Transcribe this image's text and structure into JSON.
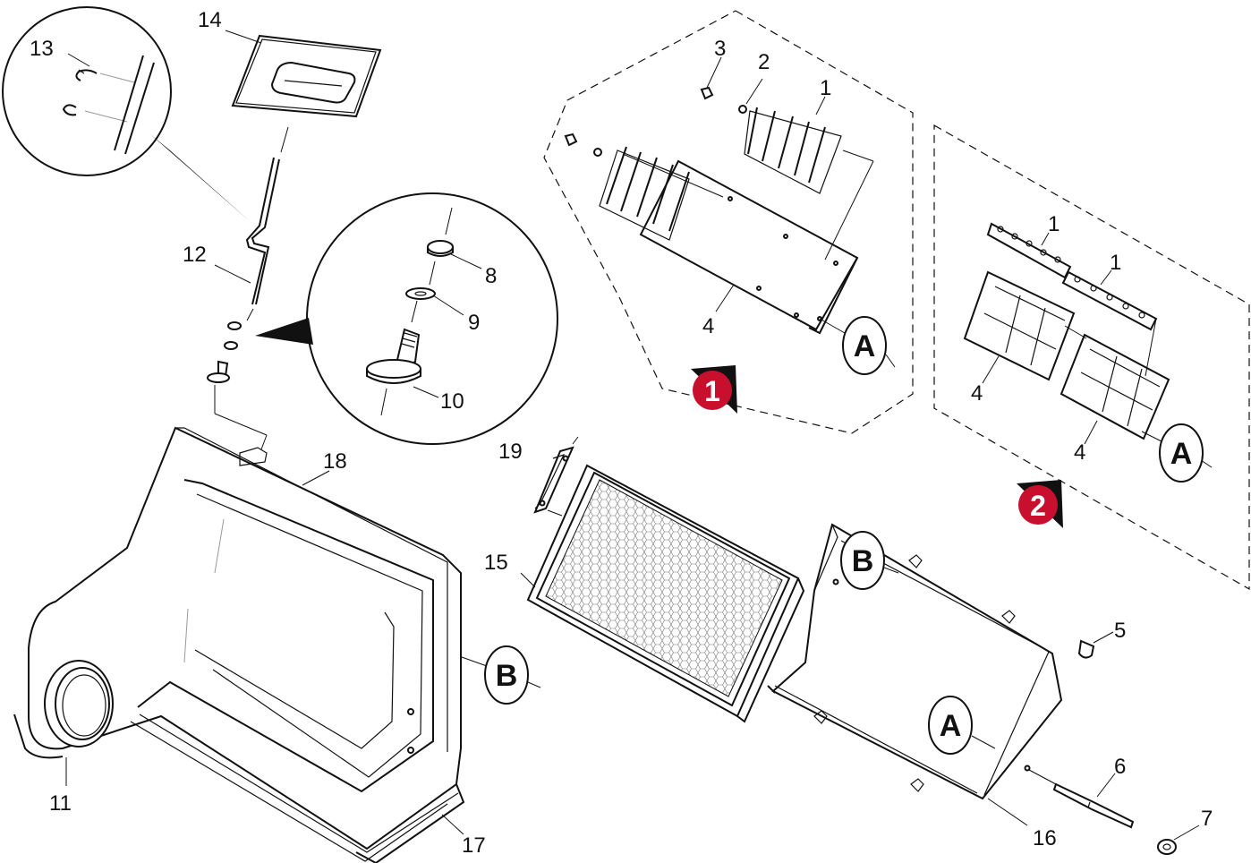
{
  "callouts": {
    "n1a": "1",
    "n1b": "1",
    "n1c": "1",
    "n2": "2",
    "n3": "3",
    "n4a": "4",
    "n4b": "4",
    "n4c": "4",
    "n5": "5",
    "n6": "6",
    "n7": "7",
    "n8": "8",
    "n9": "9",
    "n10": "10",
    "n11": "11",
    "n12": "12",
    "n13": "13",
    "n14": "14",
    "n15": "15",
    "n16": "16",
    "n17": "17",
    "n18": "18",
    "n19": "19"
  },
  "references": {
    "a1": "A",
    "a2": "A",
    "a3": "A",
    "b1": "B",
    "b2": "B"
  },
  "variants": {
    "v1": "1",
    "v2": "2"
  },
  "colors": {
    "badge": "#c8102e",
    "line": "#111111"
  }
}
